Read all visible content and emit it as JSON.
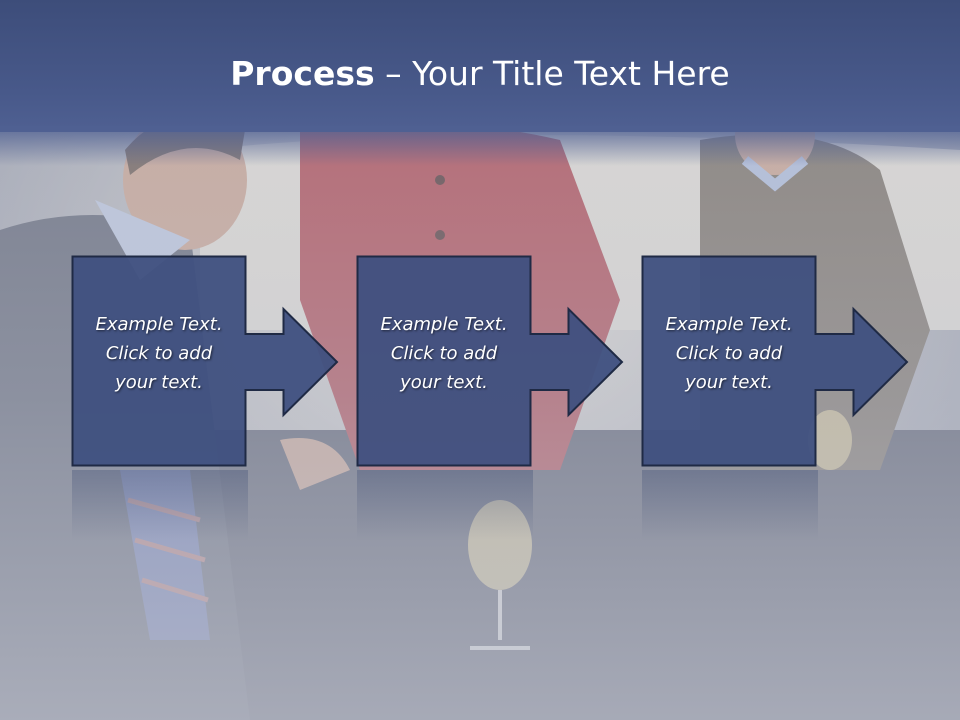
{
  "slide": {
    "title_bold": "Process",
    "title_rest": " – Your Title Text Here",
    "background_photo": "people-in-lounge-with-wine-glasses",
    "colors": {
      "header": "#44558a",
      "box_fill": "#3f5080",
      "box_border": "#1f2a45",
      "text": "#ffffff"
    }
  },
  "steps": [
    {
      "line1": "Example Text.",
      "line2": "Click  to add",
      "line3": "your text."
    },
    {
      "line1": "Example Text.",
      "line2": "Click  to add",
      "line3": "your text."
    },
    {
      "line1": "Example Text.",
      "line2": "Click  to add",
      "line3": "your text."
    }
  ]
}
